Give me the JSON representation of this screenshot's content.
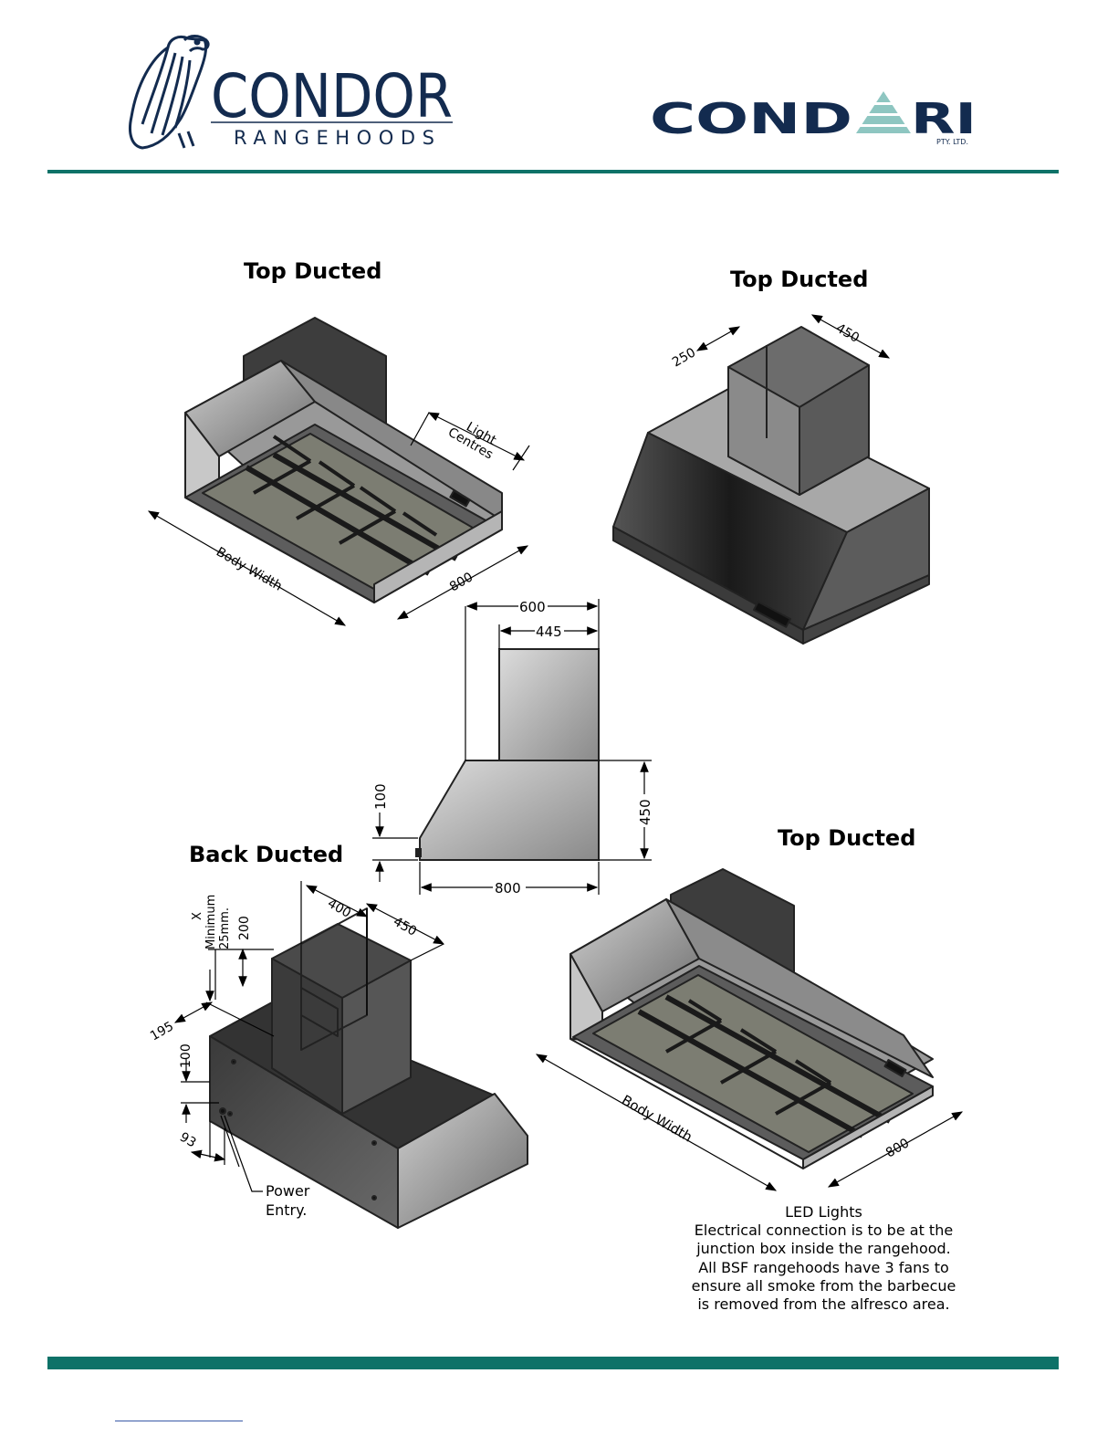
{
  "brand": {
    "condor_name": "CONDOR",
    "condor_sub": "RANGEHOODS",
    "condari_left": "COND",
    "condari_right": "RI",
    "condari_suffix": "PTY. LTD.",
    "primary_color": "#0e7268",
    "navy": "#132b4f",
    "triangle_color": "#8ec6c1"
  },
  "views": {
    "top_left_title": "Top Ducted",
    "top_right_title": "Top Ducted",
    "back_ducted_title": "Back Ducted",
    "bottom_right_title": "Top Ducted"
  },
  "dims": {
    "light_centres_1": "Light",
    "light_centres_2": "Centres",
    "body_width": "Body Width",
    "d800": "800",
    "d250": "250",
    "d450": "450",
    "d600": "600",
    "d445": "445",
    "d100": "100",
    "d400": "400",
    "d200": "200",
    "d195": "195",
    "d93": "93",
    "x_min_1": "X",
    "x_min_2": "Minimum",
    "x_min_3": "25mm.",
    "power_1": "Power",
    "power_2": "Entry."
  },
  "notes": {
    "line1": "LED Lights",
    "line2": "Electrical connection is to be at the",
    "line3": "junction box inside the rangehood.",
    "line4": "All BSF rangehoods have 3 fans to",
    "line5": "ensure all smoke from the barbecue",
    "line6": "is removed from the alfresco area."
  }
}
